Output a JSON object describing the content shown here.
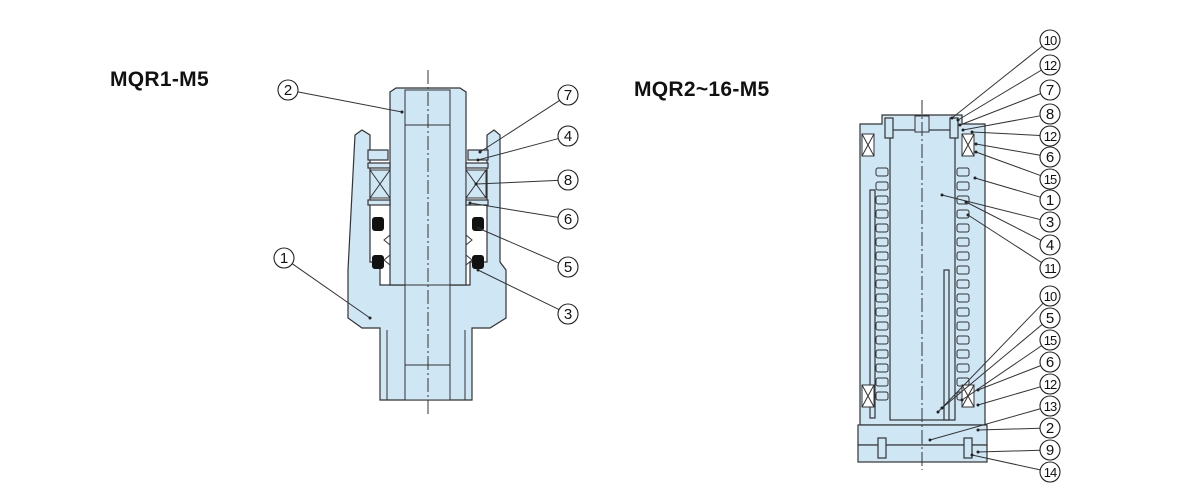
{
  "left_diagram": {
    "title": "MQR1-M5",
    "labels": [
      "2",
      "1",
      "7",
      "4",
      "8",
      "6",
      "5",
      "3"
    ]
  },
  "right_diagram": {
    "title": "MQR2~16-M5",
    "labels": [
      "10",
      "12",
      "7",
      "8",
      "12",
      "6",
      "15",
      "1",
      "3",
      "4",
      "11",
      "10",
      "5",
      "15",
      "6",
      "12",
      "13",
      "2",
      "9",
      "14"
    ]
  },
  "colors": {
    "part_fill": "#cfe6f5",
    "line": "#333333"
  }
}
